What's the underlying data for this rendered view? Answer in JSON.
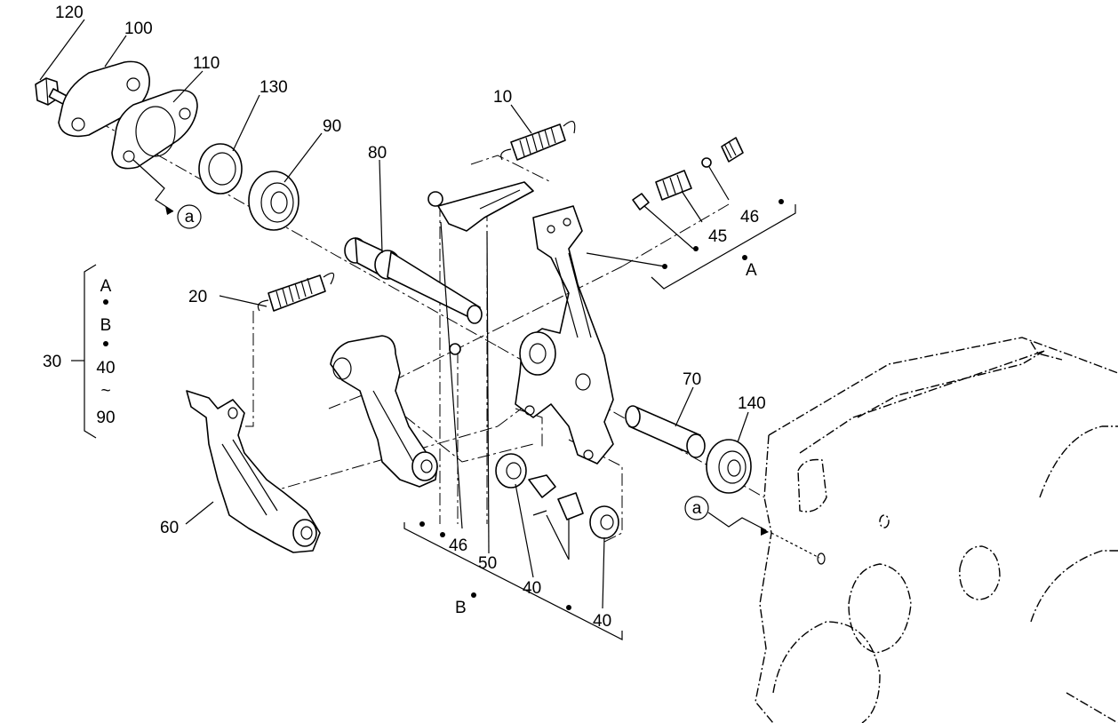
{
  "labels": {
    "l120": "120",
    "l100": "100",
    "l110": "110",
    "l130": "130",
    "l90": "90",
    "l10": "10",
    "l80": "80",
    "l46a": "46",
    "l45": "45",
    "lA": "A",
    "l20": "20",
    "l30": "30",
    "l60": "60",
    "l46b": "46",
    "l50": "50",
    "l40a": "40",
    "lB": "B",
    "l40b": "40",
    "l70": "70",
    "l140": "140",
    "circleA1": "a",
    "circleA2": "a"
  },
  "group30": {
    "a": "A",
    "b": "B",
    "c": "40",
    "tilde": "~",
    "d": "90"
  }
}
